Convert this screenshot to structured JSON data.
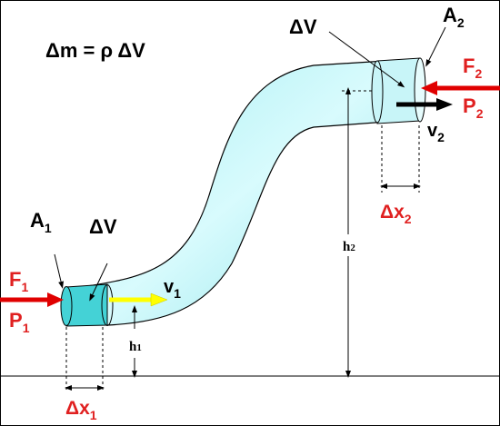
{
  "formula": "Δm = ρ ΔV",
  "labels": {
    "a1": {
      "main": "A",
      "sub": "1"
    },
    "a2": {
      "main": "A",
      "sub": "2"
    },
    "dv1": "ΔV",
    "dv2": "ΔV",
    "f1": {
      "main": "F",
      "sub": "1"
    },
    "p1": {
      "main": "P",
      "sub": "1"
    },
    "f2": {
      "main": "F",
      "sub": "2"
    },
    "p2": {
      "main": "P",
      "sub": "2"
    },
    "v1": {
      "main": "v",
      "sub": "1"
    },
    "v2": {
      "main": "v",
      "sub": "2"
    },
    "h1": {
      "main": "h",
      "sub": "1"
    },
    "h2": {
      "main": "h",
      "sub": "2"
    },
    "dx1": {
      "main": "Δx",
      "sub": "1"
    },
    "dx2": {
      "main": "Δx",
      "sub": "2"
    }
  },
  "colors": {
    "pipe_fill": "#bff3f7",
    "pipe_dark": "#42cfd4",
    "force_arrow": "#e00000",
    "force_text": "#e02020",
    "v1_arrow": "#ffff00",
    "outline": "#000000"
  }
}
